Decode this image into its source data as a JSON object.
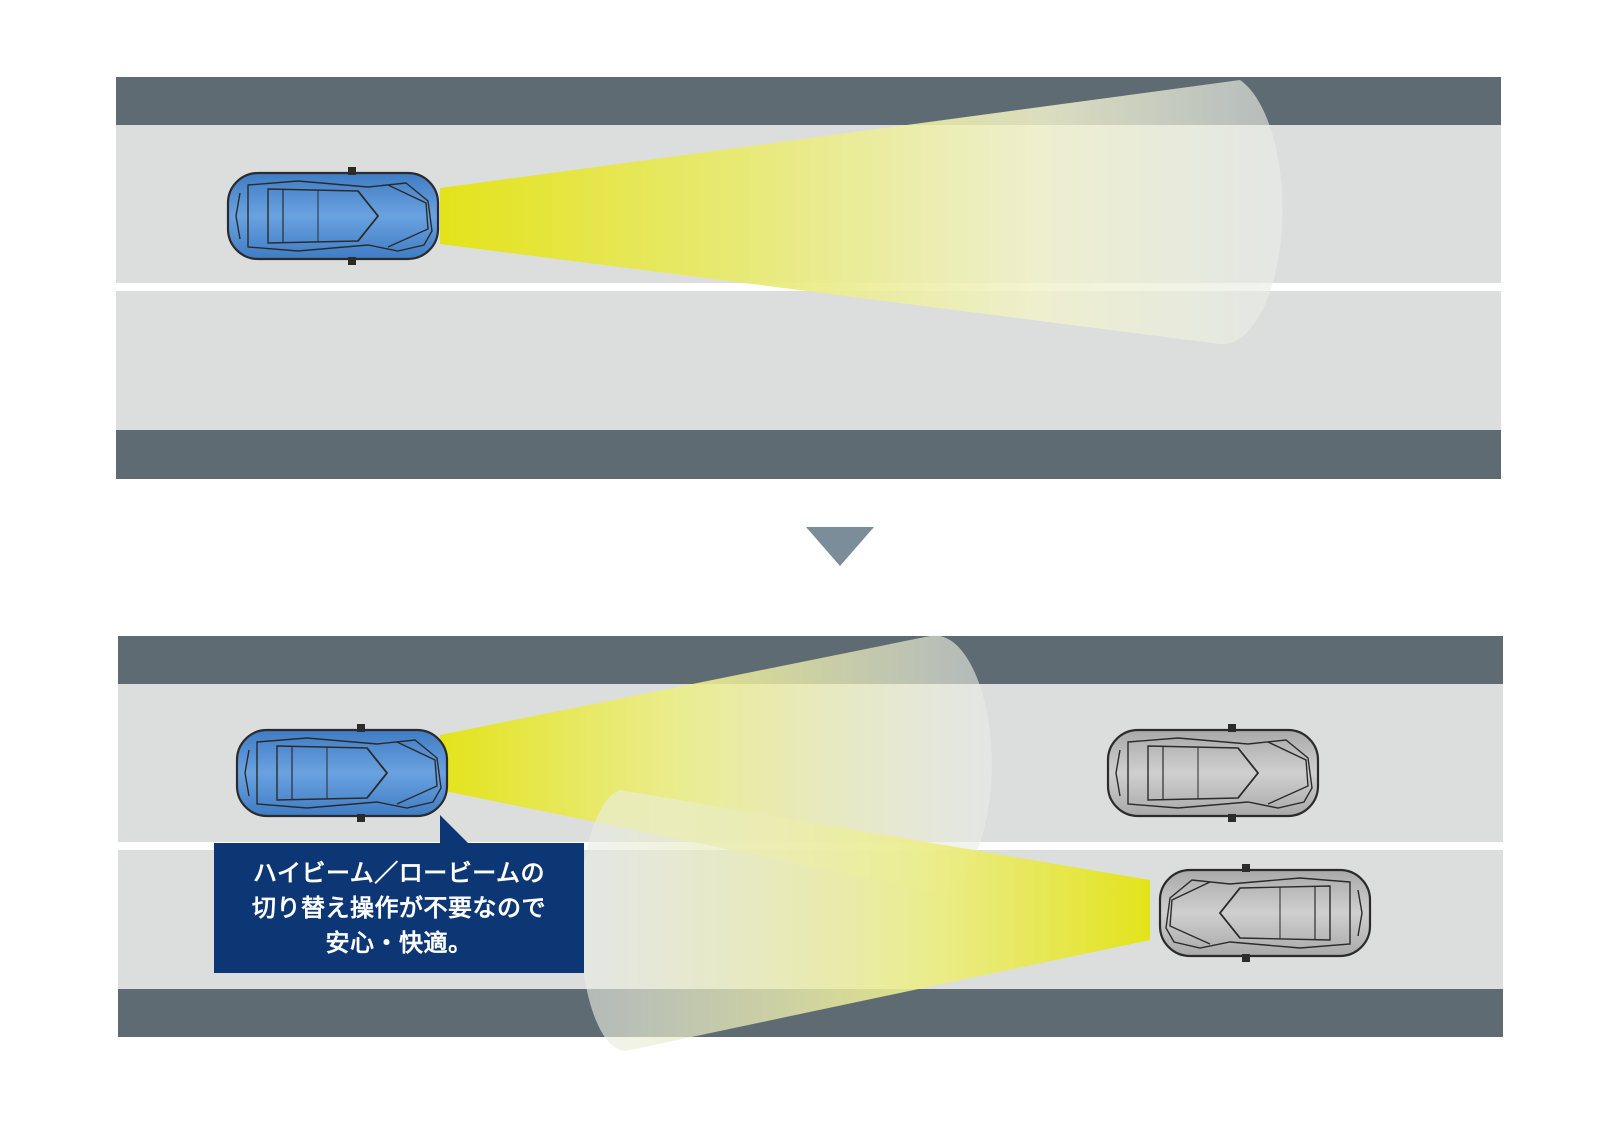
{
  "colors": {
    "road_edge": "#5f6b72",
    "road_surface": "#dcdedd",
    "lane_line": "#ffffff",
    "beam": "#e3e31a",
    "host_car": "#4a88d0",
    "other_car": "#bcbcbc",
    "arrow": "#7b8d99",
    "callout_bg": "#0d3675",
    "callout_text": "#ffffff"
  },
  "icons": {
    "transition_arrow": "triangle-down-icon",
    "host_vehicle": "car-top-view-icon",
    "oncoming_vehicle": "car-top-view-icon",
    "preceding_vehicle": "car-top-view-icon"
  },
  "callout": {
    "line1": "ハイビーム／ロービームの",
    "line2": "切り替え操作が不要なので",
    "line3": "安心・快適。"
  }
}
